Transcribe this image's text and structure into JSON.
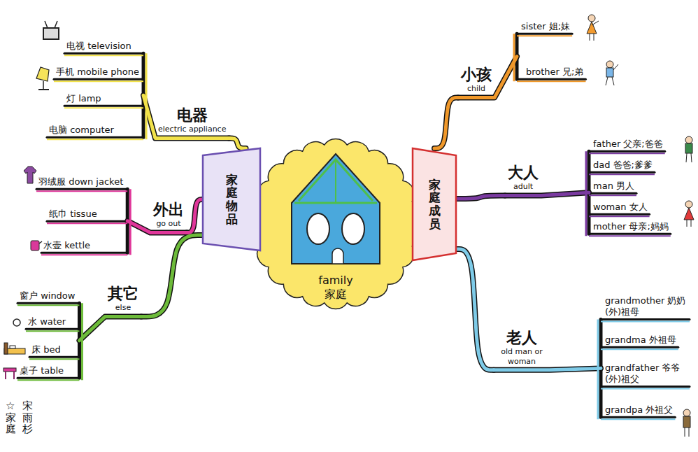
{
  "diagram": {
    "nodes": [
      {
        "text": [
          "family",
          "家庭"
        ]
      },
      {
        "text": [
          "家庭物品"
        ]
      },
      {
        "text": [
          "家庭成员"
        ]
      },
      {
        "text": [
          "电器",
          "electric appliance"
        ]
      },
      {
        "text": [
          "外出",
          "go out"
        ]
      },
      {
        "text": [
          "其它",
          "else"
        ]
      },
      {
        "text": [
          "小孩",
          "child"
        ]
      },
      {
        "text": [
          "大人",
          "adult"
        ]
      },
      {
        "text": [
          "老人",
          "old man or woman"
        ]
      }
    ],
    "edges": [
      {
        "from": 1,
        "to": 3,
        "arrow": "none"
      },
      {
        "from": 1,
        "to": 4,
        "arrow": "none"
      },
      {
        "from": 1,
        "to": 5,
        "arrow": "none"
      },
      {
        "from": 2,
        "to": 6,
        "arrow": "none"
      },
      {
        "from": 2,
        "to": 7,
        "arrow": "none"
      },
      {
        "from": 2,
        "to": 8,
        "arrow": "none"
      }
    ],
    "labels": [
      "电视 television",
      "手机 mobile phone",
      "灯 lamp",
      "电脑 computer",
      "羽绒服 down jacket",
      "纸巾 tissue",
      "水壶 kettle",
      "窗户 window",
      "水 water",
      "床 bed",
      "桌子 table",
      "sister 姐;妹",
      "brother 兄;弟",
      "father 父亲;爸爸",
      "dad 爸爸;爹爹",
      "man 男人",
      "woman 女人",
      "mother 母亲;妈妈",
      "grandmother 奶奶(外)祖母",
      "grandma 外祖母",
      "grandfather 爷爷(外)祖父",
      "grandpa 外祖父",
      "☆家庭",
      "宋雨杉"
    ]
  }
}
